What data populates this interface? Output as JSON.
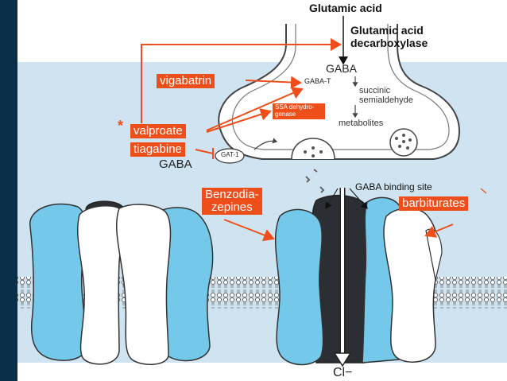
{
  "colors": {
    "panel_blue": "#cfe3f1",
    "left_bar": "#0b2f49",
    "accent_orange": "#ee4f1a",
    "receptor_cyan": "#74c9ea",
    "receptor_dark": "#2b2f33"
  },
  "top": {
    "glutamic_acid": "Glutamic acid",
    "enzyme_line1": "Glutamic acid",
    "enzyme_line2": "decarboxylase"
  },
  "terminal": {
    "gaba": "GABA",
    "gaba_t": "GABA-T",
    "ssa_line1": "succinic",
    "ssa_line2": "semialdehyde",
    "ssa_dehydrogenase_line1": "SSA dehydro-",
    "ssa_dehydrogenase_line2": "genase",
    "metabolites": "metabolites",
    "gat1": "GAT-1",
    "gaba_released": "GABA"
  },
  "drugs": {
    "asterisk": "*",
    "vigabatrin": "vigabatrin",
    "valproate": "valproate",
    "tiagabine": "tiagabine",
    "benzo_line1": "Benzodia-",
    "benzo_line2": "zepines",
    "barbiturates": "barbiturates"
  },
  "receptor": {
    "binding_site": "GABA binding site",
    "chloride": "Cl−"
  }
}
